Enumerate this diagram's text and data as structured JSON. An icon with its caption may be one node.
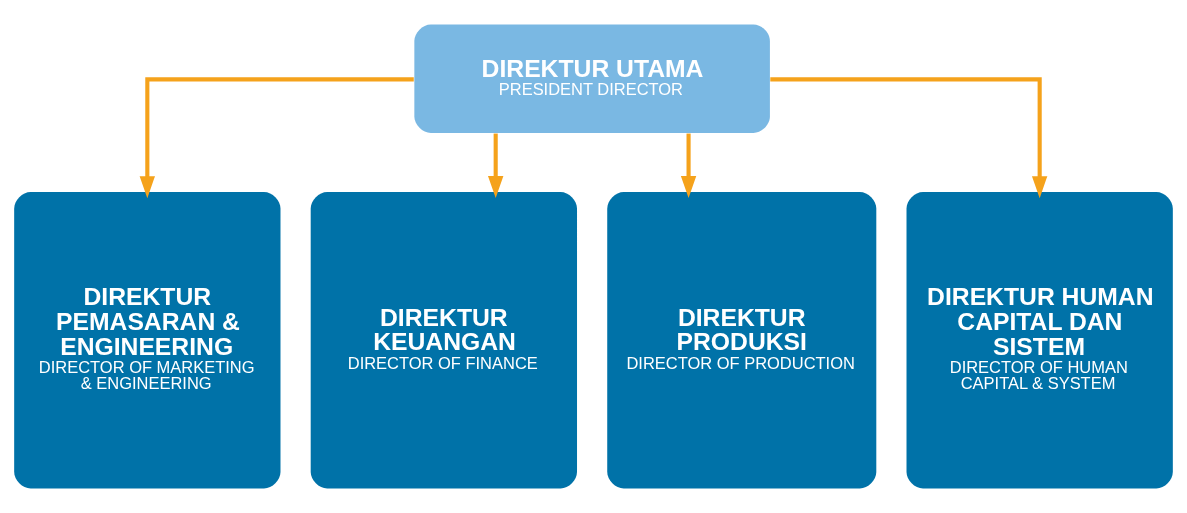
{
  "diagram": {
    "nodes": [
      {
        "text": [
          "DIREKTUR UTAMA",
          "PRESIDENT DIRECTOR"
        ]
      },
      {
        "text": [
          "DIREKTUR PEMASARAN & ENGINEERING",
          "DIRECTOR OF MARKETING & ENGINEERING"
        ]
      },
      {
        "text": [
          "DIREKTUR KEUANGAN",
          "DIRECTOR OF FINANCE"
        ]
      },
      {
        "text": [
          "DIREKTUR PRODUKSI",
          "DIRECTOR OF PRODUCTION"
        ]
      },
      {
        "text": [
          "DIREKTUR HUMAN CAPITAL DAN SISTEM",
          "DIRECTOR OF HUMAN CAPITAL & SYSTEM"
        ]
      }
    ],
    "edges": [
      {
        "from": 0,
        "to": 1,
        "arrow": "to"
      },
      {
        "from": 0,
        "to": 2,
        "arrow": "to"
      },
      {
        "from": 0,
        "to": 3,
        "arrow": "to"
      },
      {
        "from": 0,
        "to": 4,
        "arrow": "to"
      }
    ]
  }
}
